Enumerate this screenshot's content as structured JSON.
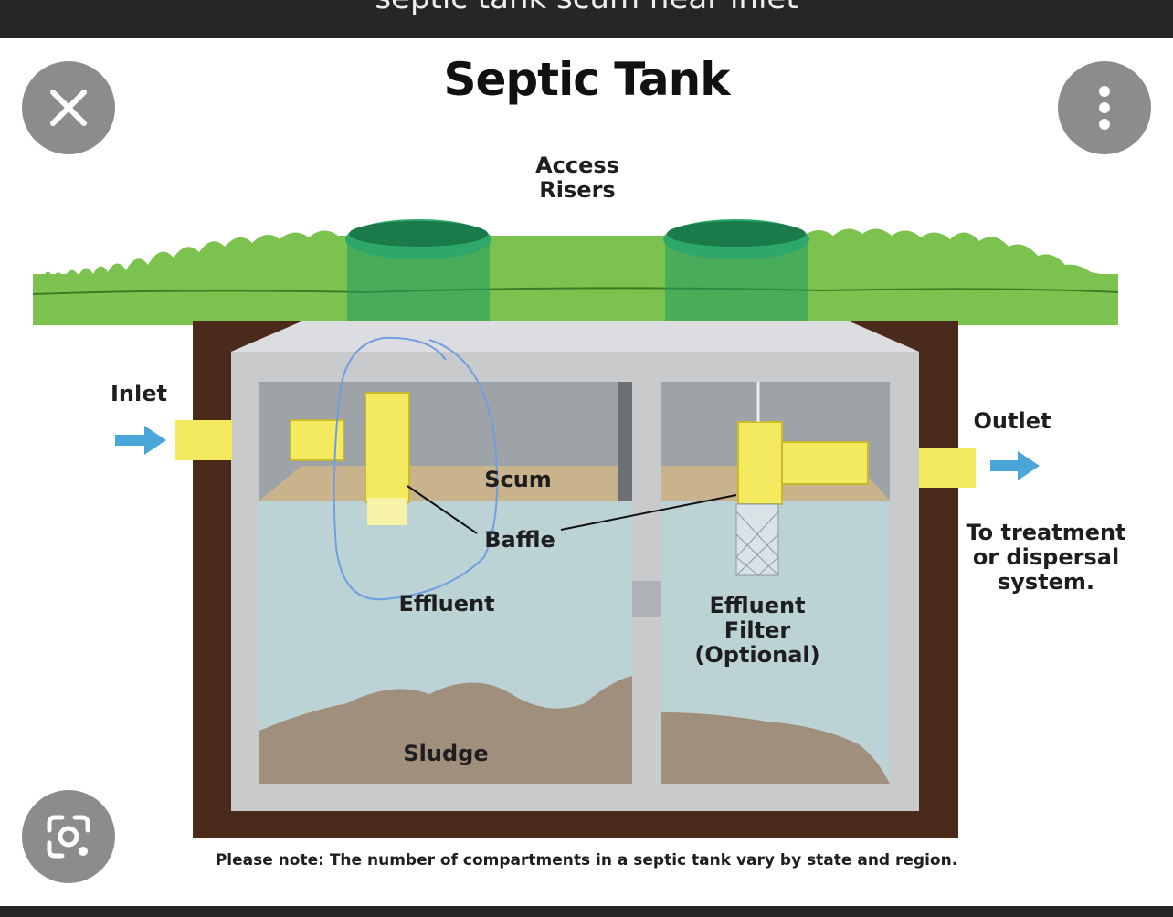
{
  "search": {
    "query": "septic tank scum near inlet"
  },
  "viewer": {
    "close_icon": "close-icon",
    "menu_icon": "more-vertical-icon",
    "lens_icon": "lens-search-icon"
  },
  "diagram": {
    "title": "Septic Tank",
    "labels": {
      "access_risers": "Access\nRisers",
      "inlet": "Inlet",
      "outlet": "Outlet",
      "to_treatment": "To treatment\nor dispersal\nsystem.",
      "scum": "Scum",
      "baffle": "Baffle",
      "effluent": "Effluent",
      "effluent_filter": "Effluent\nFilter\n(Optional)",
      "sludge": "Sludge"
    },
    "note": "Please note: The number of compartments in a septic tank vary by state and region.",
    "colors": {
      "grass": "#7cc24e",
      "soil": "#4a2a1a",
      "concrete": "#c9cacc",
      "water": "#bcd3d6",
      "scum": "#c8b38c",
      "sludge": "#a08f7c",
      "pipe": "#f3ea5f",
      "riser": "#1f9a60",
      "arrow": "#4aa6d8",
      "annotation": "#6f9fe0"
    }
  }
}
